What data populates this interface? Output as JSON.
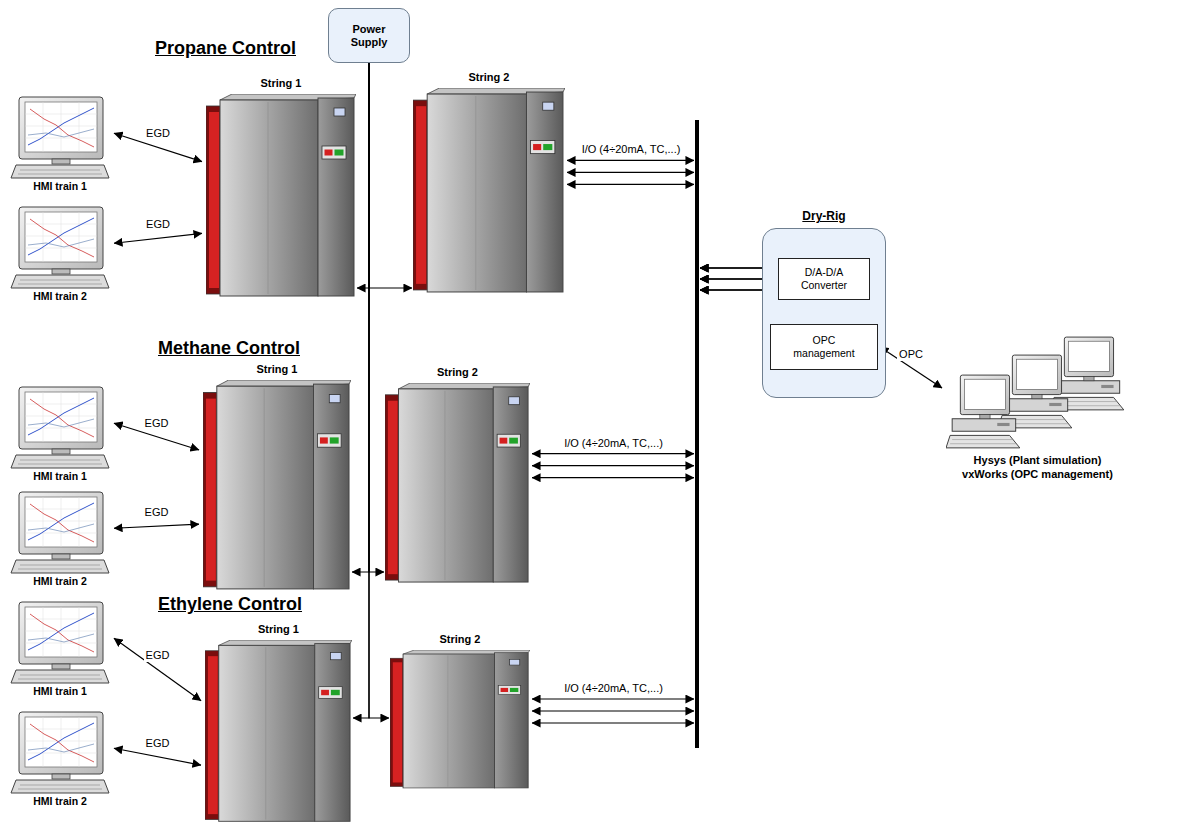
{
  "diagram": {
    "nodes": [
      {
        "text": [
          "Power Supply"
        ]
      },
      {
        "text": [
          "HMI train 1"
        ]
      },
      {
        "text": [
          "HMI train 2"
        ]
      },
      {
        "text": [
          "String 1"
        ]
      },
      {
        "text": [
          "String 2"
        ]
      },
      {
        "text": [
          "HMI train 1"
        ]
      },
      {
        "text": [
          "HMI train 2"
        ]
      },
      {
        "text": [
          "String 1"
        ]
      },
      {
        "text": [
          "String 2"
        ]
      },
      {
        "text": [
          "HMI train 1"
        ]
      },
      {
        "text": [
          "HMI train 2"
        ]
      },
      {
        "text": [
          "String 1"
        ]
      },
      {
        "text": [
          "String 2"
        ]
      },
      {
        "text": [
          "Dry-Rig"
        ]
      },
      {
        "text": [
          "D/A-D/A Converter"
        ],
        "in": 13
      },
      {
        "text": [
          "OPC management"
        ],
        "in": 13
      },
      {
        "text": [
          "Hysys (Plant simulation)",
          "vxWorks (OPC management)"
        ]
      }
    ],
    "edges": [
      {
        "from": 1,
        "to": 3,
        "label": "EGD",
        "arrow": "both"
      },
      {
        "from": 2,
        "to": 3,
        "label": "EGD",
        "arrow": "both"
      },
      {
        "from": 5,
        "to": 7,
        "label": "EGD",
        "arrow": "both"
      },
      {
        "from": 6,
        "to": 7,
        "label": "EGD",
        "arrow": "both"
      },
      {
        "from": 9,
        "to": 11,
        "label": "EGD",
        "arrow": "both"
      },
      {
        "from": 10,
        "to": 11,
        "label": "EGD",
        "arrow": "both"
      },
      {
        "from": 0,
        "to": 3,
        "arrow": "to"
      },
      {
        "from": 0,
        "to": 4,
        "arrow": "to"
      },
      {
        "from": 0,
        "to": 7,
        "arrow": "to"
      },
      {
        "from": 0,
        "to": 8,
        "arrow": "to"
      },
      {
        "from": 0,
        "to": 11,
        "arrow": "to"
      },
      {
        "from": 0,
        "to": 12,
        "arrow": "to"
      },
      {
        "from": 4,
        "to": 14,
        "label": "I/O (4÷20mA, TC,...)",
        "arrow": "both"
      },
      {
        "from": 8,
        "to": 14,
        "label": "I/O (4÷20mA, TC,...)",
        "arrow": "both"
      },
      {
        "from": 12,
        "to": 14,
        "label": "I/O (4÷20mA, TC,...)",
        "arrow": "both"
      },
      {
        "from": 14,
        "to": 15,
        "arrow": "both"
      },
      {
        "from": 15,
        "to": 16,
        "label": "OPC",
        "arrow": "both"
      }
    ],
    "labels": [
      "Propane Control",
      "Methane Control",
      "Ethylene Control"
    ]
  }
}
